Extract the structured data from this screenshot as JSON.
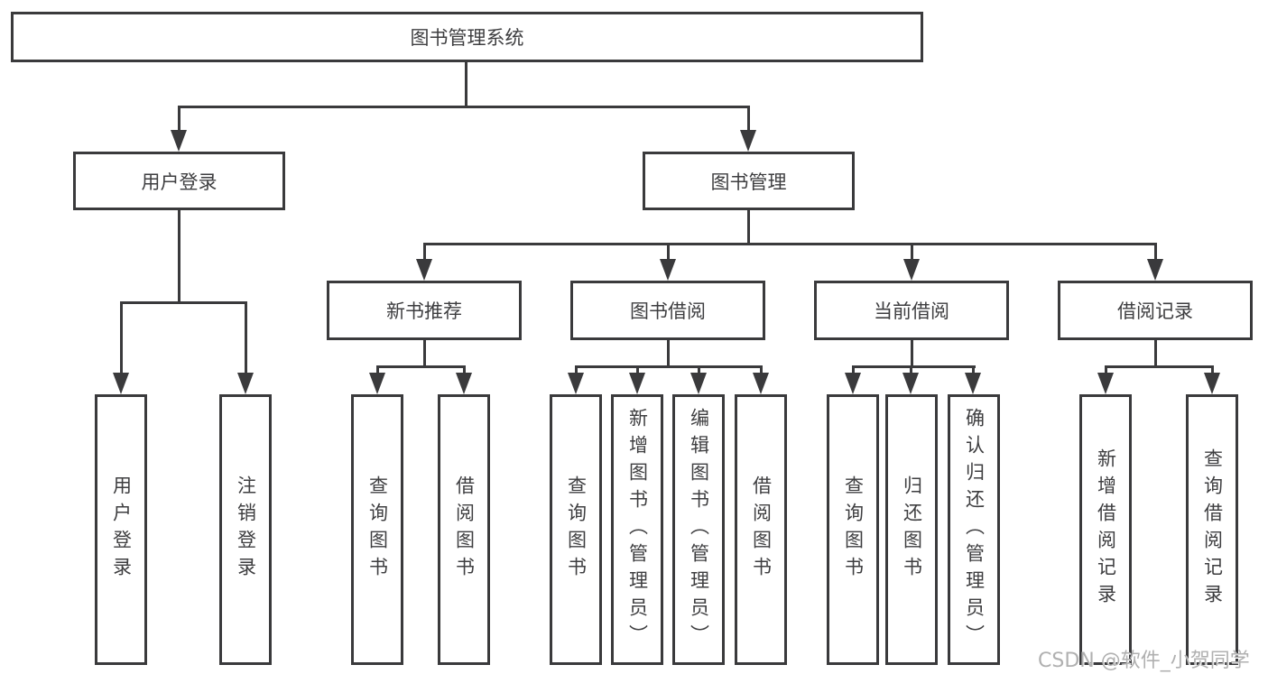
{
  "diagram": {
    "root": {
      "label": "图书管理系统"
    },
    "branches": [
      {
        "label": "用户登录",
        "children": [
          {
            "label": "用户登录"
          },
          {
            "label": "注销登录"
          }
        ]
      },
      {
        "label": "图书管理",
        "groups": [
          {
            "label": "新书推荐",
            "children": [
              {
                "label": "查询图书"
              },
              {
                "label": "借阅图书"
              }
            ]
          },
          {
            "label": "图书借阅",
            "children": [
              {
                "label": "查询图书"
              },
              {
                "label": "新增图书（管理员）"
              },
              {
                "label": "编辑图书（管理员）"
              },
              {
                "label": "借阅图书"
              }
            ]
          },
          {
            "label": "当前借阅",
            "children": [
              {
                "label": "查询图书"
              },
              {
                "label": "归还图书"
              },
              {
                "label": "确认归还（管理员）"
              }
            ]
          },
          {
            "label": "借阅记录",
            "children": [
              {
                "label": "新增借阅记录"
              },
              {
                "label": "查询借阅记录"
              }
            ]
          }
        ]
      }
    ]
  },
  "watermark": {
    "text": "CSDN @软件_小贺同学"
  },
  "colors": {
    "line": "#3a3a3c",
    "text": "#3e3e40",
    "watermark": "#b0b0b0",
    "background": "#ffffff"
  }
}
